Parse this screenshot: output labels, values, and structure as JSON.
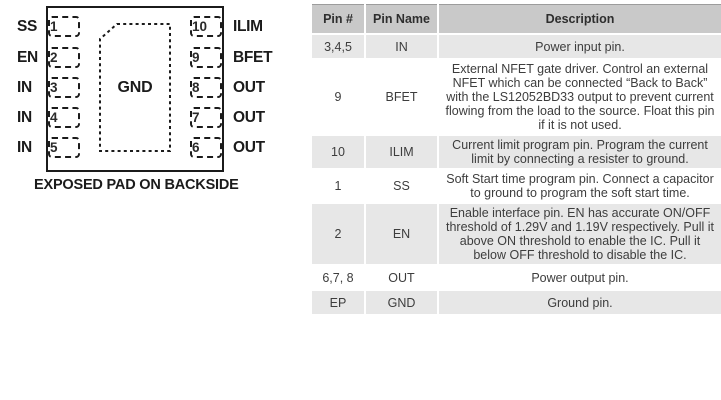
{
  "colors": {
    "header_bg": "#c9c9c9",
    "row_alt_bg": "#e7e7e7",
    "row_bg": "#ffffff",
    "text": "#3d3d3d",
    "line": "#1b1b1b"
  },
  "diagram": {
    "caption": "EXPOSED PAD ON BACKSIDE",
    "pad_label": "GND",
    "left_pins": [
      {
        "number": "1",
        "label": "SS"
      },
      {
        "number": "2",
        "label": "EN"
      },
      {
        "number": "3",
        "label": "IN"
      },
      {
        "number": "4",
        "label": "IN"
      },
      {
        "number": "5",
        "label": "IN"
      }
    ],
    "right_pins": [
      {
        "number": "10",
        "label": "ILIM"
      },
      {
        "number": "9",
        "label": "BFET"
      },
      {
        "number": "8",
        "label": "OUT"
      },
      {
        "number": "7",
        "label": "OUT"
      },
      {
        "number": "6",
        "label": "OUT"
      }
    ]
  },
  "table": {
    "headers": {
      "pin": "Pin #",
      "name": "Pin Name",
      "description": "Description"
    },
    "rows": [
      {
        "pin": "3,4,5",
        "name": "IN",
        "description": "Power input pin."
      },
      {
        "pin": "9",
        "name": "BFET",
        "description": "External NFET gate driver. Control an external NFET which can be connected “Back to Back” with the LS12052BD33 output to prevent current flowing from the load to the source. Float this pin if it is not used."
      },
      {
        "pin": "10",
        "name": "ILIM",
        "description": "Current limit program pin. Program the current limit by connecting a resister to ground."
      },
      {
        "pin": "1",
        "name": "SS",
        "description": "Soft Start time program pin. Connect a capacitor to ground to program the soft start time."
      },
      {
        "pin": "2",
        "name": "EN",
        "description": "Enable interface pin. EN has accurate ON/OFF threshold of 1.29V and 1.19V respectively. Pull it above ON threshold to enable the IC. Pull it below OFF threshold to disable the IC."
      },
      {
        "pin": "6,7, 8",
        "name": "OUT",
        "description": "Power output pin."
      },
      {
        "pin": "EP",
        "name": "GND",
        "description": "Ground pin."
      }
    ]
  }
}
